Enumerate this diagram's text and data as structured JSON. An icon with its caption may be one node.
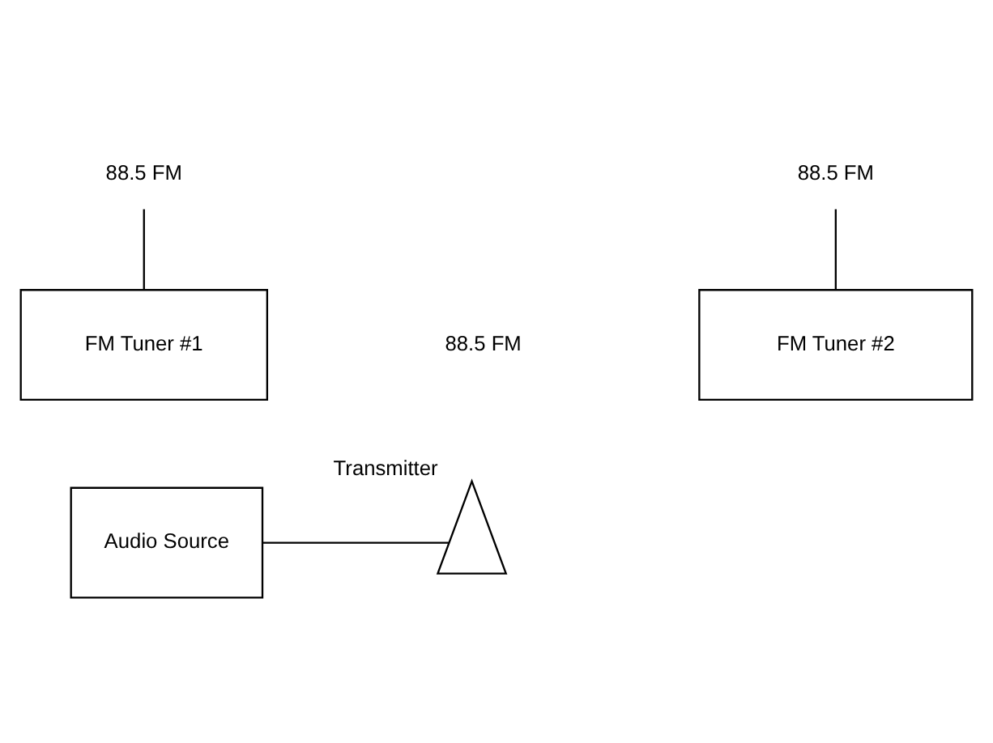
{
  "diagram": {
    "nodes": [
      {
        "text": [
          "88.5 FM"
        ]
      },
      {
        "text": [
          "FM Tuner #1"
        ]
      },
      {
        "text": [
          "88.5 FM"
        ]
      },
      {
        "text": [
          "FM Tuner #2"
        ]
      },
      {
        "text": [
          "Audio Source"
        ]
      },
      {
        "text": [],
        "shape": "picture",
        "beside": [
          "Transmitter"
        ]
      }
    ],
    "edges": [
      {
        "from": 0,
        "to": 1,
        "arrow": "none"
      },
      {
        "from": 2,
        "to": 3,
        "arrow": "none"
      },
      {
        "from": 4,
        "to": 5,
        "arrow": "none"
      }
    ],
    "labels": [
      "88.5 FM"
    ]
  }
}
